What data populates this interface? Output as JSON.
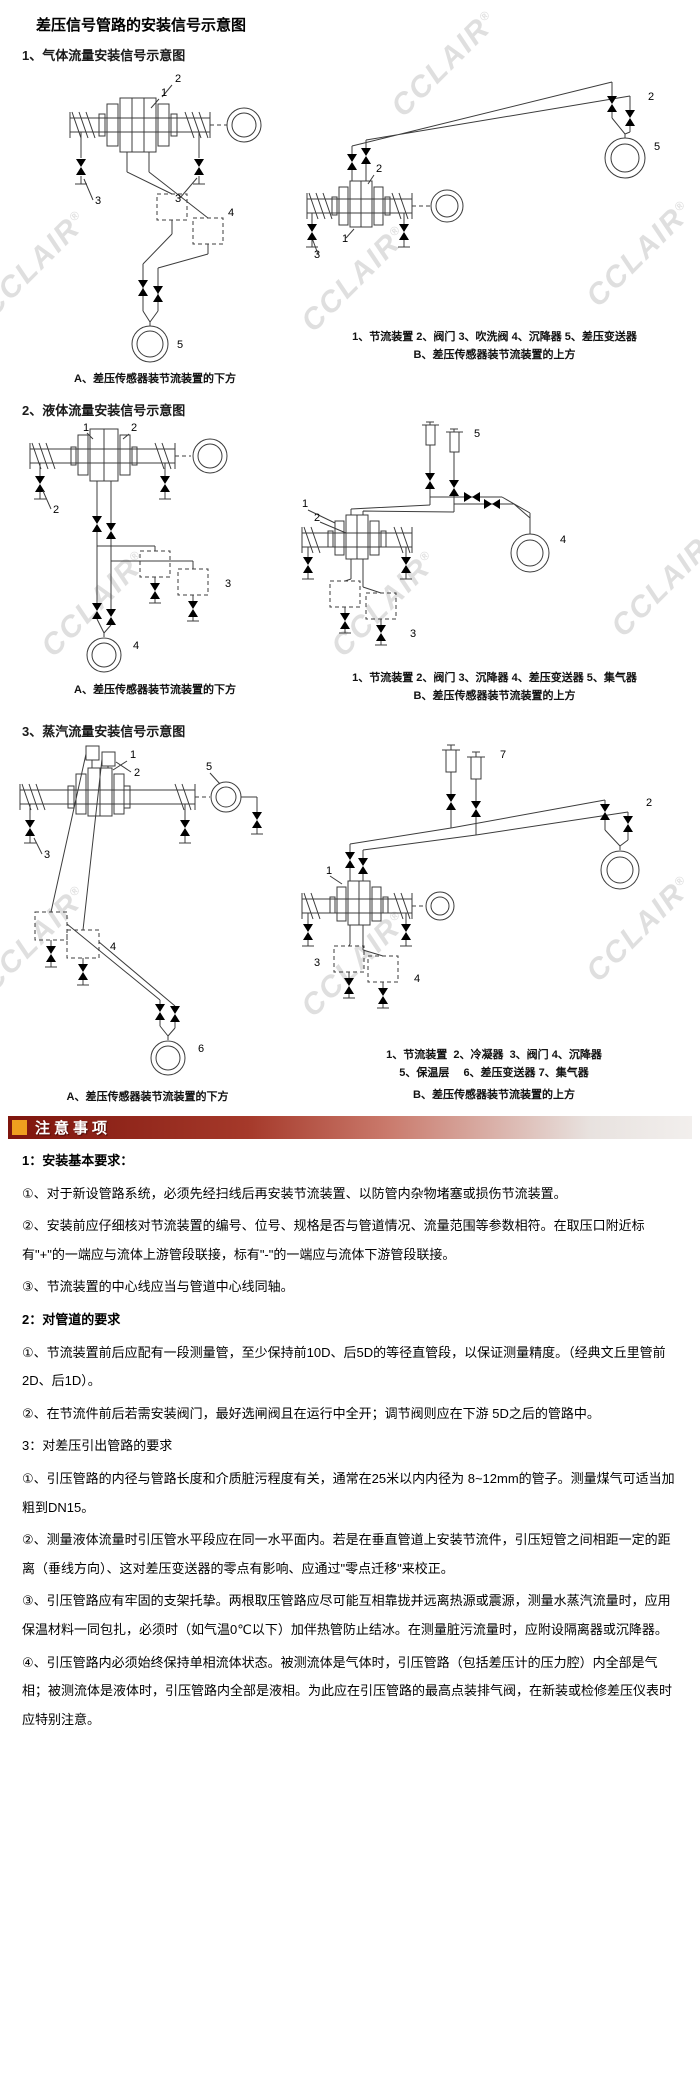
{
  "page": {
    "title": "差压信号管路的安装信号示意图"
  },
  "watermark": {
    "text": "CCLAIR",
    "reg": "®"
  },
  "banner": {
    "title": "注意事项"
  },
  "sections": [
    {
      "heading": "1、气体流量安装信号示意图",
      "figA": {
        "caption": "A、差压传感器装节流装置的下方",
        "marks": [
          "2",
          "1",
          "3",
          "3",
          "4",
          "5"
        ]
      },
      "figB": {
        "legend": "1、节流装置 2、阀门 3、吹洗阀 4、沉降器 5、差压变送器",
        "caption": "B、差压传感器装节流装置的上方",
        "marks": [
          "2",
          "1",
          "3",
          "2",
          "5"
        ]
      }
    },
    {
      "heading": "2、液体流量安装信号示意图",
      "figA": {
        "caption": "A、差压传感器装节流装置的下方",
        "marks": [
          "1",
          "2",
          "2",
          "3",
          "4"
        ]
      },
      "figB": {
        "legend": "1、节流装置 2、阀门 3、沉降器 4、差压变送器 5、集气器",
        "caption": "B、差压传感器装节流装置的上方",
        "marks": [
          "5",
          "1",
          "2",
          "3",
          "4"
        ]
      }
    },
    {
      "heading": "3、蒸汽流量安装信号示意图",
      "figA": {
        "caption": "A、差压传感器装节流装置的下方",
        "marks": [
          "1",
          "2",
          "5",
          "3",
          "4",
          "6"
        ]
      },
      "figB": {
        "legend1": "1、节流装置  2、冷凝器  3、阀门 4、沉降器",
        "legend2": "5、保温层　 6、差压变送器 7、集气器",
        "caption": "B、差压传感器装节流装置的上方",
        "marks": [
          "7",
          "2",
          "1",
          "3",
          "4"
        ]
      }
    }
  ],
  "notes": {
    "g1": {
      "h": "1：安装基本要求：",
      "i1": "①、对于新设管路系统，必须先经扫线后再安装节流装置、以防管内杂物堵塞或损伤节流装置。",
      "i2": "②、安装前应仔细核对节流装置的编号、位号、规格是否与管道情况、流量范围等参数相符。在取压口附近标有\"+\"的一端应与流体上游管段联接，标有\"-\"的一端应与流体下游管段联接。",
      "i3": "③、节流装置的中心线应当与管道中心线同轴。"
    },
    "g2": {
      "h": "2：对管道的要求",
      "i1": "①、节流装置前后应配有一段测量管，至少保持前10D、后5D的等径直管段，以保证测量精度。（经典文丘里管前2D、后1D）。",
      "i2": "②、在节流件前后若需安装阀门，最好选闸阀且在运行中全开；调节阀则应在下游 5D之后的管路中。"
    },
    "g3": {
      "h": "3：对差压引出管路的要求",
      "i1": "①、引压管路的内径与管路长度和介质脏污程度有关，通常在25米以内内径为 8~12mm的管子。测量煤气可适当加粗到DN15。",
      "i2": "②、测量液体流量时引压管水平段应在同一水平面内。若是在垂直管道上安装节流件，引压短管之间相距一定的距离（垂线方向）、这对差压变送器的零点有影响、应通过\"零点迁移\"来校正。",
      "i3": "③、引压管路应有牢固的支架托挚。两根取压管路应尽可能互相靠拢并远离热源或震源，测量水蒸汽流量时，应用保温材料一同包扎，必须时（如气温0℃以下）加伴热管防止结冰。在测量脏污流量时，应附设隔离器或沉降器。",
      "i4": "④、引压管路内必须始终保持单相流体状态。被测流体是气体时，引压管路（包括差压计的压力腔）内全部是气相；被测流体是液体时，引压管路内全部是液相。为此应在引压管路的最高点装排气阀，在新装或检修差压仪表时应特别注意。"
    }
  }
}
